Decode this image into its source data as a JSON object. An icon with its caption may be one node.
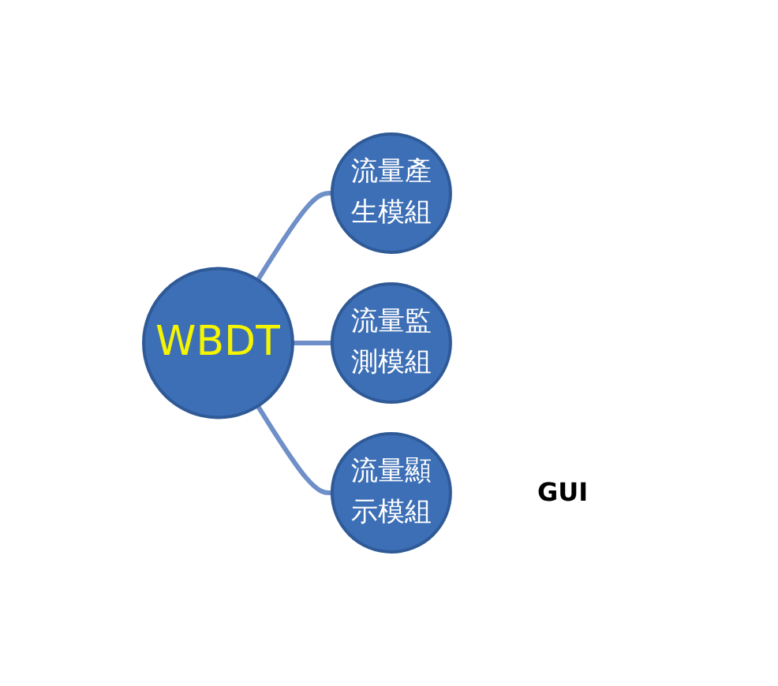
{
  "diagram": {
    "nodes": [
      {
        "text": [
          "WBDT"
        ]
      },
      {
        "text": [
          "流量產生模組"
        ]
      },
      {
        "text": [
          "流量監測模組"
        ]
      },
      {
        "text": [
          "流量顯示模組"
        ],
        "beside": [
          "GUI"
        ]
      }
    ],
    "edges": [
      {
        "from": 0,
        "to": 1,
        "arrow": "none"
      },
      {
        "from": 0,
        "to": 2,
        "arrow": "none"
      },
      {
        "from": 0,
        "to": 3,
        "arrow": "none"
      }
    ]
  }
}
